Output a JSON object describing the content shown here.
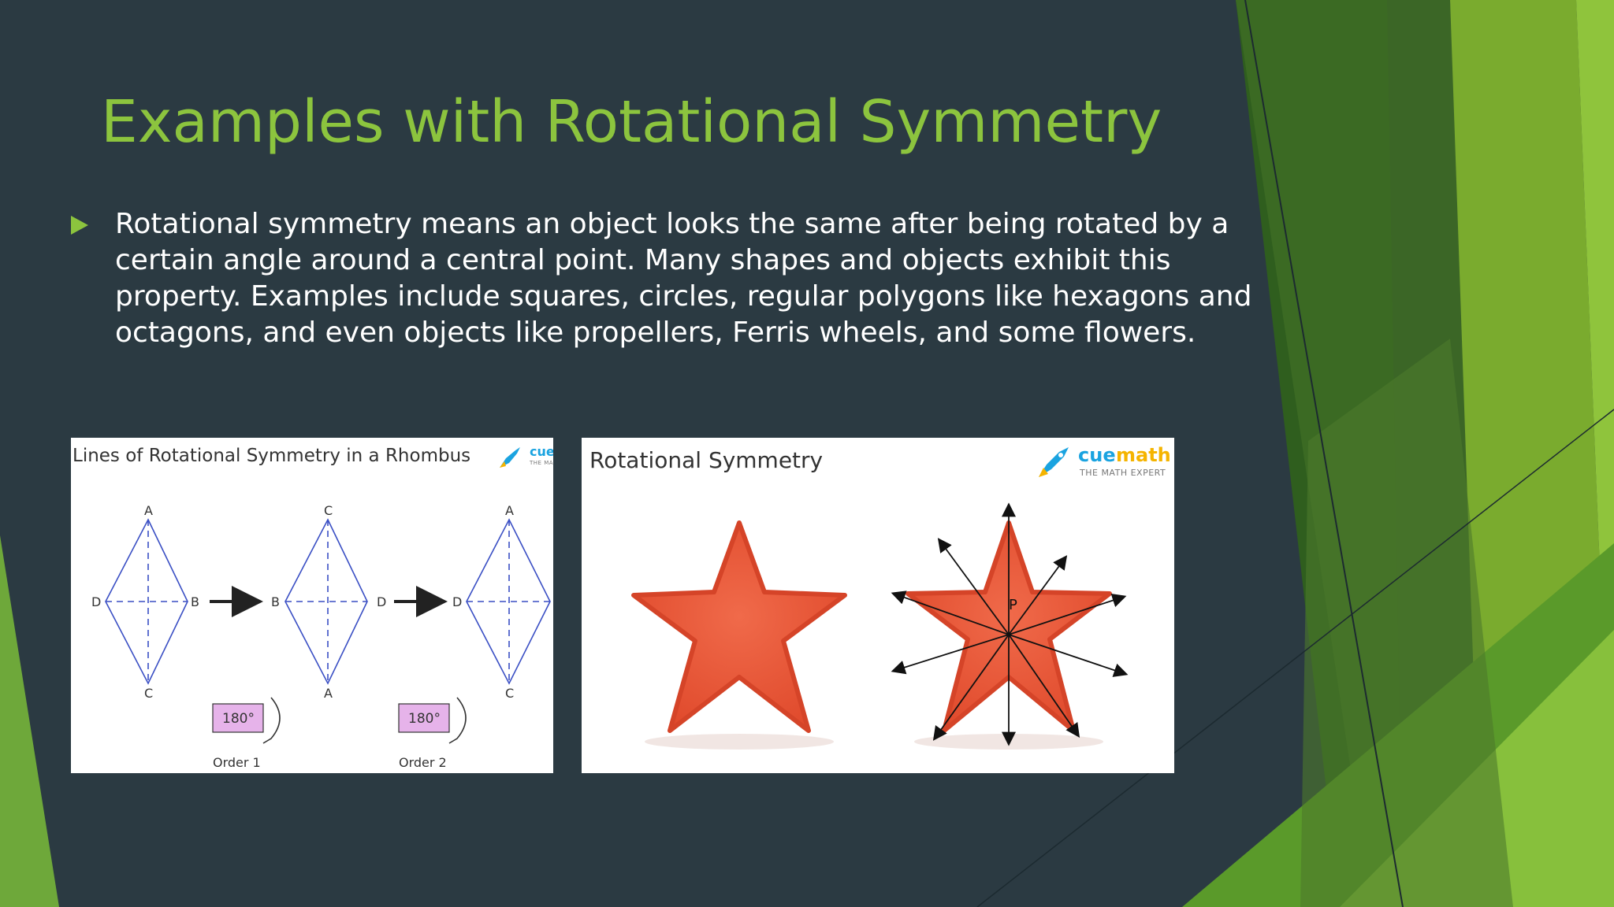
{
  "slide": {
    "title": "Examples with Rotational Symmetry",
    "bullet": "Rotational symmetry means an object looks the same after being rotated by a certain angle around a central point. Many shapes and objects exhibit this property. Examples include squares, circles, regular polygons like hexagons and octagons, and even objects like propellers, Ferris wheels, and some flowers.",
    "colors": {
      "background": "#2b3a42",
      "accent": "#8cc43e",
      "text": "#ffffff"
    }
  },
  "image1": {
    "title": "Lines of Rotational Symmetry in a Rhombus",
    "logo_text": "cue",
    "logo_sub": "THE MA",
    "labels": {
      "r1": {
        "top": "A",
        "left": "D",
        "right": "B",
        "bottom": "C"
      },
      "r2": {
        "top": "C",
        "left": "B",
        "right": "D",
        "bottom": "A"
      },
      "r3": {
        "top": "A",
        "left": "D",
        "bottom": "C"
      }
    },
    "angle1": "180°",
    "angle2": "180°",
    "order1": "Order 1",
    "order2": "Order 2"
  },
  "image2": {
    "title": "Rotational Symmetry",
    "logo_cue": "cue",
    "logo_math": "math",
    "logo_sub": "THE MATH EXPERT",
    "center_label": "P"
  }
}
